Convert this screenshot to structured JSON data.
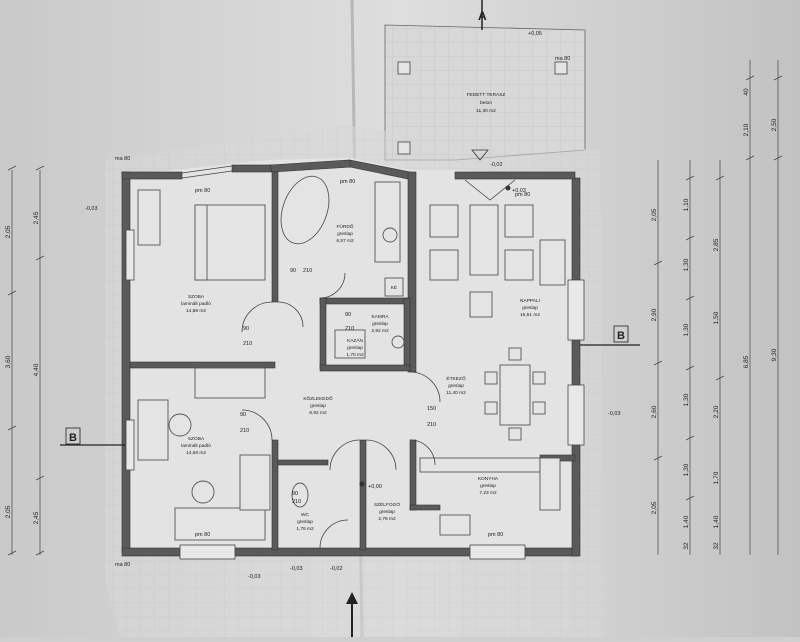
{
  "rooms": {
    "terrace": {
      "name": "FEDETT TERASZ",
      "floor": "beton",
      "area": "11,30 m2"
    },
    "bedroom1": {
      "name": "SZOBA",
      "floor": "laminált padló",
      "area": "14,88 m2"
    },
    "bathroom": {
      "name": "FÜRDŐ",
      "floor": "greslap",
      "area": "6,57 m2"
    },
    "living": {
      "name": "NAPPALI",
      "floor": "greslap",
      "area": "16,51 m2"
    },
    "bedroom2": {
      "name": "SZOBA",
      "floor": "laminált padló",
      "area": "14,58 m2"
    },
    "hallway": {
      "name": "KÖZLEKEDŐ",
      "floor": "greslap",
      "area": "6,92 m2"
    },
    "dining": {
      "name": "ÉTKEZŐ",
      "floor": "greslap",
      "area": "11,40 m2"
    },
    "kitchen": {
      "name": "KONYHA",
      "floor": "greslap",
      "area": "7,23 m2"
    },
    "wc": {
      "name": "WC",
      "floor": "greslap",
      "area": "1,76 m2"
    },
    "entry": {
      "name": "SZÉLFOGÓ",
      "floor": "greslap",
      "area": "2,76 m2"
    },
    "storage": {
      "name": "KAMRA",
      "floor": "greslap",
      "area": "2,92 m2"
    },
    "utility": {
      "name": "KAZÁN",
      "floor": "greslap",
      "area": "1,70 m2"
    }
  },
  "levels": {
    "l1": "-0,03",
    "l2": "-0,03",
    "l3": "+0,03",
    "l4": "-0,02",
    "l5": "+0,00",
    "l6": "-0,03",
    "l7": "-0,02",
    "l8": "-0,03",
    "l9": "+0,05"
  },
  "doors": {
    "d1": "90",
    "d1b": "210",
    "d2": "90",
    "d2b": "210",
    "d3": "90",
    "d3b": "210",
    "d4": "150",
    "d4b": "210",
    "d5": "90",
    "d5b": "210",
    "d6": "90",
    "d6b": "210"
  },
  "sections": {
    "a": "A",
    "b_left": "B",
    "b_right": "B"
  },
  "left_outer": [
    "2,05",
    "3,60",
    "2,05"
  ],
  "left_inner": [
    "2,45",
    "4,40",
    "2,45"
  ],
  "right_a": [
    "2,05",
    "2,90",
    "2,60",
    "2,05"
  ],
  "right_b": [
    "1,40",
    "1,70",
    "2,20",
    "1,50",
    "2,85"
  ],
  "right_c": [
    "6,85"
  ],
  "right_d": [
    "2,50",
    "9,30"
  ],
  "right_small": [
    "40",
    "2,10",
    "1,30",
    "1,30",
    "1,30",
    "1,30",
    "1,40",
    "1,10",
    "32",
    "32"
  ],
  "window_labels": [
    "pm 80",
    "pm 80",
    "pm 80",
    "pm 80",
    "pm 80",
    "ma 80",
    "ma 80",
    "ma 80"
  ],
  "chimney_label": "KÉ"
}
